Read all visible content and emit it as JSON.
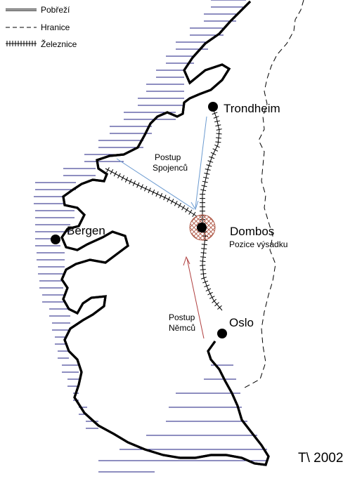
{
  "legend": {
    "coast": "Pobřeží",
    "border": "Hranice",
    "railway": "Železnice"
  },
  "cities": {
    "trondheim": "Trondheim",
    "bergen": "Bergen",
    "dombos": "Dombos",
    "dombos_note": "Pozice výsadku",
    "oslo": "Oslo"
  },
  "arrows": {
    "allied_line1": "Postup",
    "allied_line2": "Spojenců",
    "german_line1": "Postup",
    "german_line2": "Němců"
  },
  "signature": "T\\ 2002",
  "colors": {
    "sea_hatch": "#1c1c80",
    "allied_arrow": "#6a9ad0",
    "german_arrow": "#b04040",
    "drop_zone": "#c06050"
  }
}
